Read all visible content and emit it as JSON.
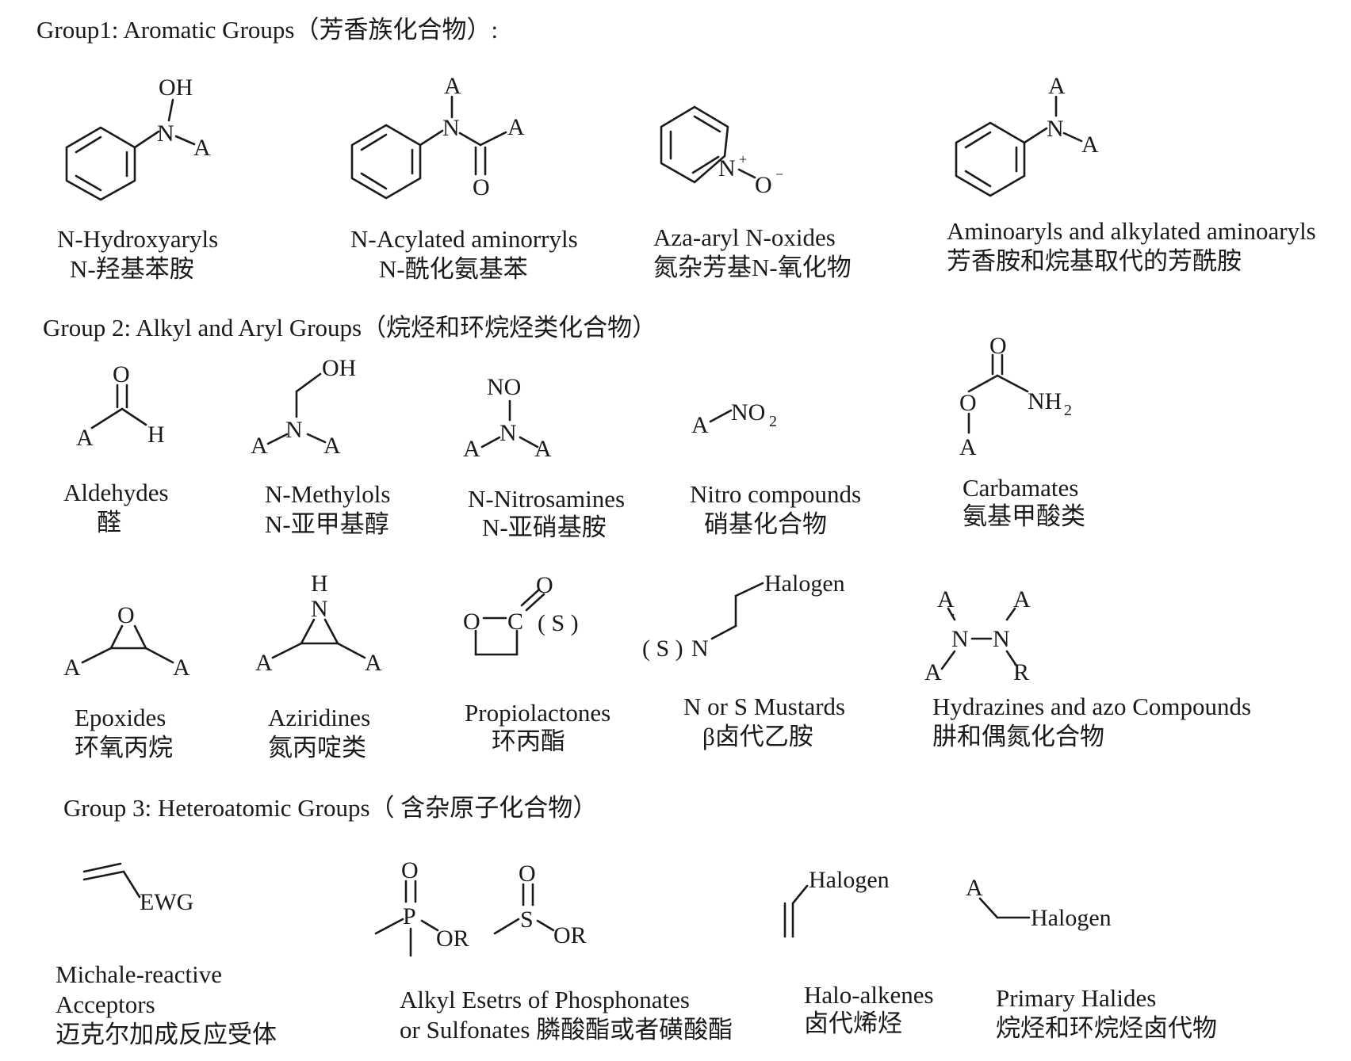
{
  "groups": [
    {
      "heading": "Group1: Aromatic Groups（芳香族化合物）:"
    },
    {
      "heading": "Group 2: Alkyl and Aryl Groups（烷烃和环烷烃类化合物）"
    },
    {
      "heading": "Group 3: Heteroatomic Groups（ 含杂原子化合物）"
    }
  ],
  "compounds": {
    "n_hydroxyaryls": {
      "en": "N-Hydroxyaryls",
      "zh": "N-羟基苯胺"
    },
    "n_acylated": {
      "en": "N-Acylated aminorryls",
      "zh": "N-酰化氨基苯"
    },
    "aza_aryl": {
      "en": "Aza-aryl N-oxides",
      "zh": "氮杂芳基N-氧化物"
    },
    "aminoaryls": {
      "en": "Aminoaryls and alkylated aminoaryls",
      "zh": "芳香胺和烷基取代的芳酰胺"
    },
    "aldehydes": {
      "en": "Aldehydes",
      "zh": "醛"
    },
    "n_methylols": {
      "en": "N-Methylols",
      "zh": "N-亚甲基醇"
    },
    "n_nitrosamines": {
      "en": "N-Nitrosamines",
      "zh": "N-亚硝基胺"
    },
    "nitro": {
      "en": "Nitro compounds",
      "zh": "硝基化合物"
    },
    "carbamates": {
      "en": "Carbamates",
      "zh": "氨基甲酸类"
    },
    "epoxides": {
      "en": "Epoxides",
      "zh": "环氧丙烷"
    },
    "aziridines": {
      "en": "Aziridines",
      "zh": "氮丙啶类"
    },
    "propiolactones": {
      "en": "Propiolactones",
      "zh": "环丙酯"
    },
    "mustards": {
      "en": "N or S Mustards",
      "zh": "β卤代乙胺"
    },
    "hydrazines": {
      "en": "Hydrazines and azo Compounds",
      "zh": "肼和偶氮化合物"
    },
    "michael": {
      "en1": "Michale-reactive",
      "en2": "Acceptors",
      "zh": "迈克尔加成反应受体"
    },
    "phosphonates": {
      "en1": "Alkyl Esetrs of Phosphonates",
      "en2": "or Sulfonates 膦酸酯或者磺酸酯"
    },
    "haloalkenes": {
      "en": "Halo-alkenes",
      "zh": "卤代烯烃"
    },
    "primary_halides": {
      "en": "Primary Halides",
      "zh": "烷烃和环烷烃卤代物"
    }
  },
  "atoms": {
    "OH": "OH",
    "N": "N",
    "A": "A",
    "O": "O",
    "H": "H",
    "R": "R",
    "NO": "NO",
    "NO2_main": "NO",
    "NO2_sub": "2",
    "NH2_main": "NH",
    "NH2_sub": "2",
    "plus": "+",
    "minus": "−",
    "C": "C",
    "S_paren": "( S )",
    "S": "S",
    "P": "P",
    "OR": "OR",
    "EWG": "EWG",
    "Halogen": "Halogen"
  }
}
